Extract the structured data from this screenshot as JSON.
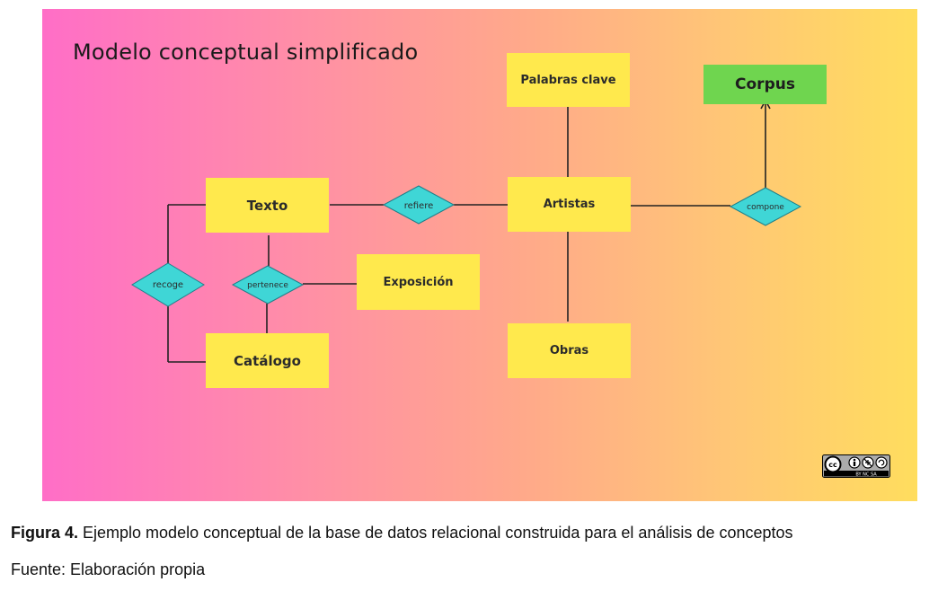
{
  "diagram": {
    "title": "Modelo conceptual simplificado",
    "entities": {
      "palabras_clave": "Palabras clave",
      "corpus": "Corpus",
      "texto": "Texto",
      "artistas": "Artistas",
      "exposicion": "Exposición",
      "catalogo": "Catálogo",
      "obras": "Obras"
    },
    "relations": {
      "refiere": "refiere",
      "compone": "compone",
      "recoge": "recoge",
      "pertenece": "pertenece"
    },
    "colors": {
      "entity": "#ffe94d",
      "corpus": "#6fd54f",
      "relation": "#3fd6d6",
      "gradient_left": "#ff6ec7",
      "gradient_right": "#ffdd5e"
    },
    "license_badge": {
      "icon": "cc-by-nc-sa-icon",
      "cc": "cc",
      "text": "BY  NC  SA"
    }
  },
  "caption": {
    "label": "Figura 4.",
    "text": " Ejemplo modelo conceptual de la base de datos relacional construida para el análisis de conceptos"
  },
  "source": "Fuente: Elaboración propia"
}
